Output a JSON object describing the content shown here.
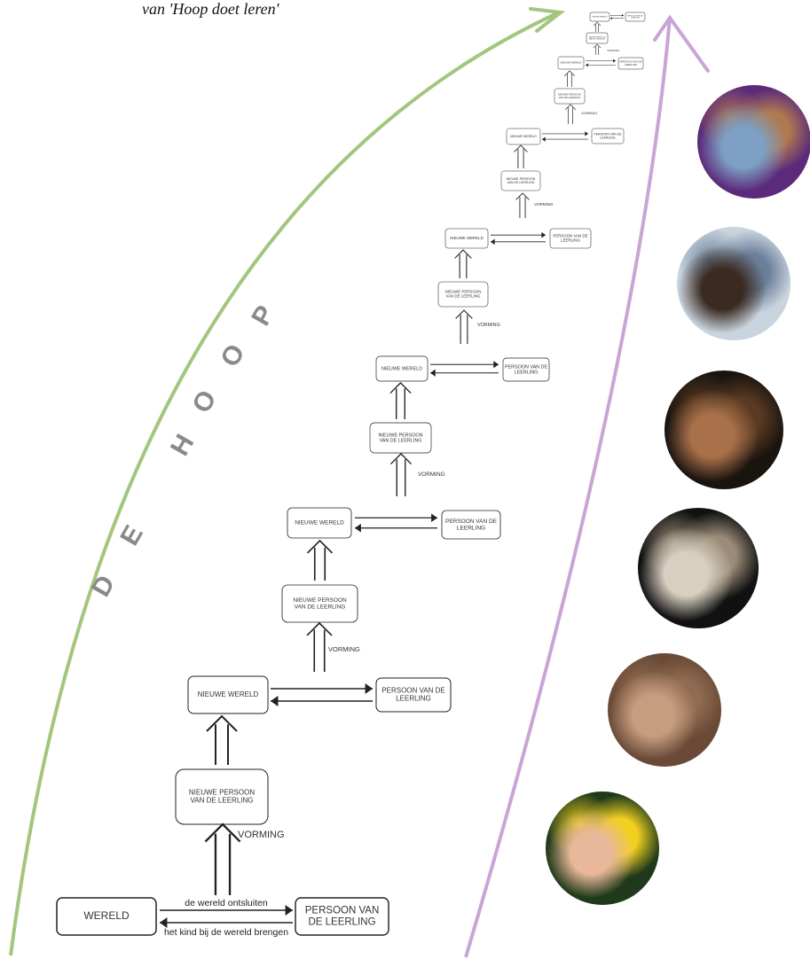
{
  "subtitle": "van 'Hoop doet leren'",
  "hope_label": [
    "D",
    "E",
    "H",
    "O",
    "O",
    "P"
  ],
  "base": {
    "world": "WERELD",
    "person": [
      "PERSOON VAN",
      "DE LEERLING"
    ],
    "arrow_top": "de wereld ontsluiten",
    "arrow_bottom": "het kind bij de wereld brengen"
  },
  "levels": [
    {
      "new_person": [
        "NIEUWE PERSOON",
        "VAN DE LEERLING"
      ],
      "vorming": "VORMING",
      "new_world": "NIEUWE WERELD",
      "person": [
        "PERSOON VAN DE",
        "LEERLING"
      ]
    },
    {
      "new_person": [
        "NIEUWE PERSOON",
        "VAN DE LEERLING"
      ],
      "vorming": "VORMING",
      "new_world": "NIEUWE WERELD",
      "person": [
        "PERSOON VAN DE",
        "LEERLING"
      ]
    },
    {
      "new_person": [
        "NIEUWE PERSOON",
        "VAN DE LEERLING"
      ],
      "vorming": "VORMING",
      "new_world": "NIEUWE WERELD",
      "person": [
        "PERSOON VAN DE",
        "LEERLING"
      ]
    },
    {
      "new_person": [
        "NIEUWE PERSOON",
        "VAN DE LEERLING"
      ],
      "vorming": "VORMING",
      "new_world": "NIEUWE WERELD",
      "person": [
        "PERSOON VAN DE",
        "LEERLING"
      ]
    },
    {
      "new_person": [
        "NIEUWE PERSOON",
        "VAN DE LEERLING"
      ],
      "vorming": "VORMING",
      "new_world": "NIEUWE WERELD",
      "person": [
        "PERSOON VAN DE",
        "LEERLING"
      ]
    },
    {
      "new_person": [
        "NIEUWE PERSOON",
        "VAN DE LEERLING"
      ],
      "vorming": "VORMING",
      "new_world": "NIEUWE WERELD",
      "person": [
        "PERSOON VAN DE",
        "LEERLING"
      ]
    },
    {
      "new_person": [
        "NIEUWE PERSOON",
        "VAN DE LEERLING"
      ],
      "vorming": "VORMING",
      "new_world": "NIEUWE WERELD",
      "person": [
        "PERSOON VAN DE",
        "LEERLING"
      ]
    }
  ],
  "photos": [
    {
      "subject": "clasped-painted-hands",
      "colors": [
        "#5b2a7a",
        "#7da0c4",
        "#b07a50"
      ]
    },
    {
      "subject": "holding-hands-wrist-watch",
      "colors": [
        "#c9d4de",
        "#3a2a20",
        "#6b7f99"
      ]
    },
    {
      "subject": "open-cupped-hands",
      "colors": [
        "#1a140f",
        "#a9714a",
        "#5a3a22"
      ]
    },
    {
      "subject": "large-hand-small-hand",
      "colors": [
        "#111111",
        "#d8cfc0",
        "#9a8c78"
      ]
    },
    {
      "subject": "wrinkled-hands",
      "colors": [
        "#6a4a36",
        "#c79d80",
        "#8f6b52"
      ]
    },
    {
      "subject": "child-hand-with-flower",
      "colors": [
        "#1f3a1a",
        "#e9b89a",
        "#f2d020"
      ]
    }
  ],
  "colors": {
    "green_arc": "#a3c67e",
    "purple_arc": "#c9a5d6",
    "box_stroke": "#222222"
  }
}
